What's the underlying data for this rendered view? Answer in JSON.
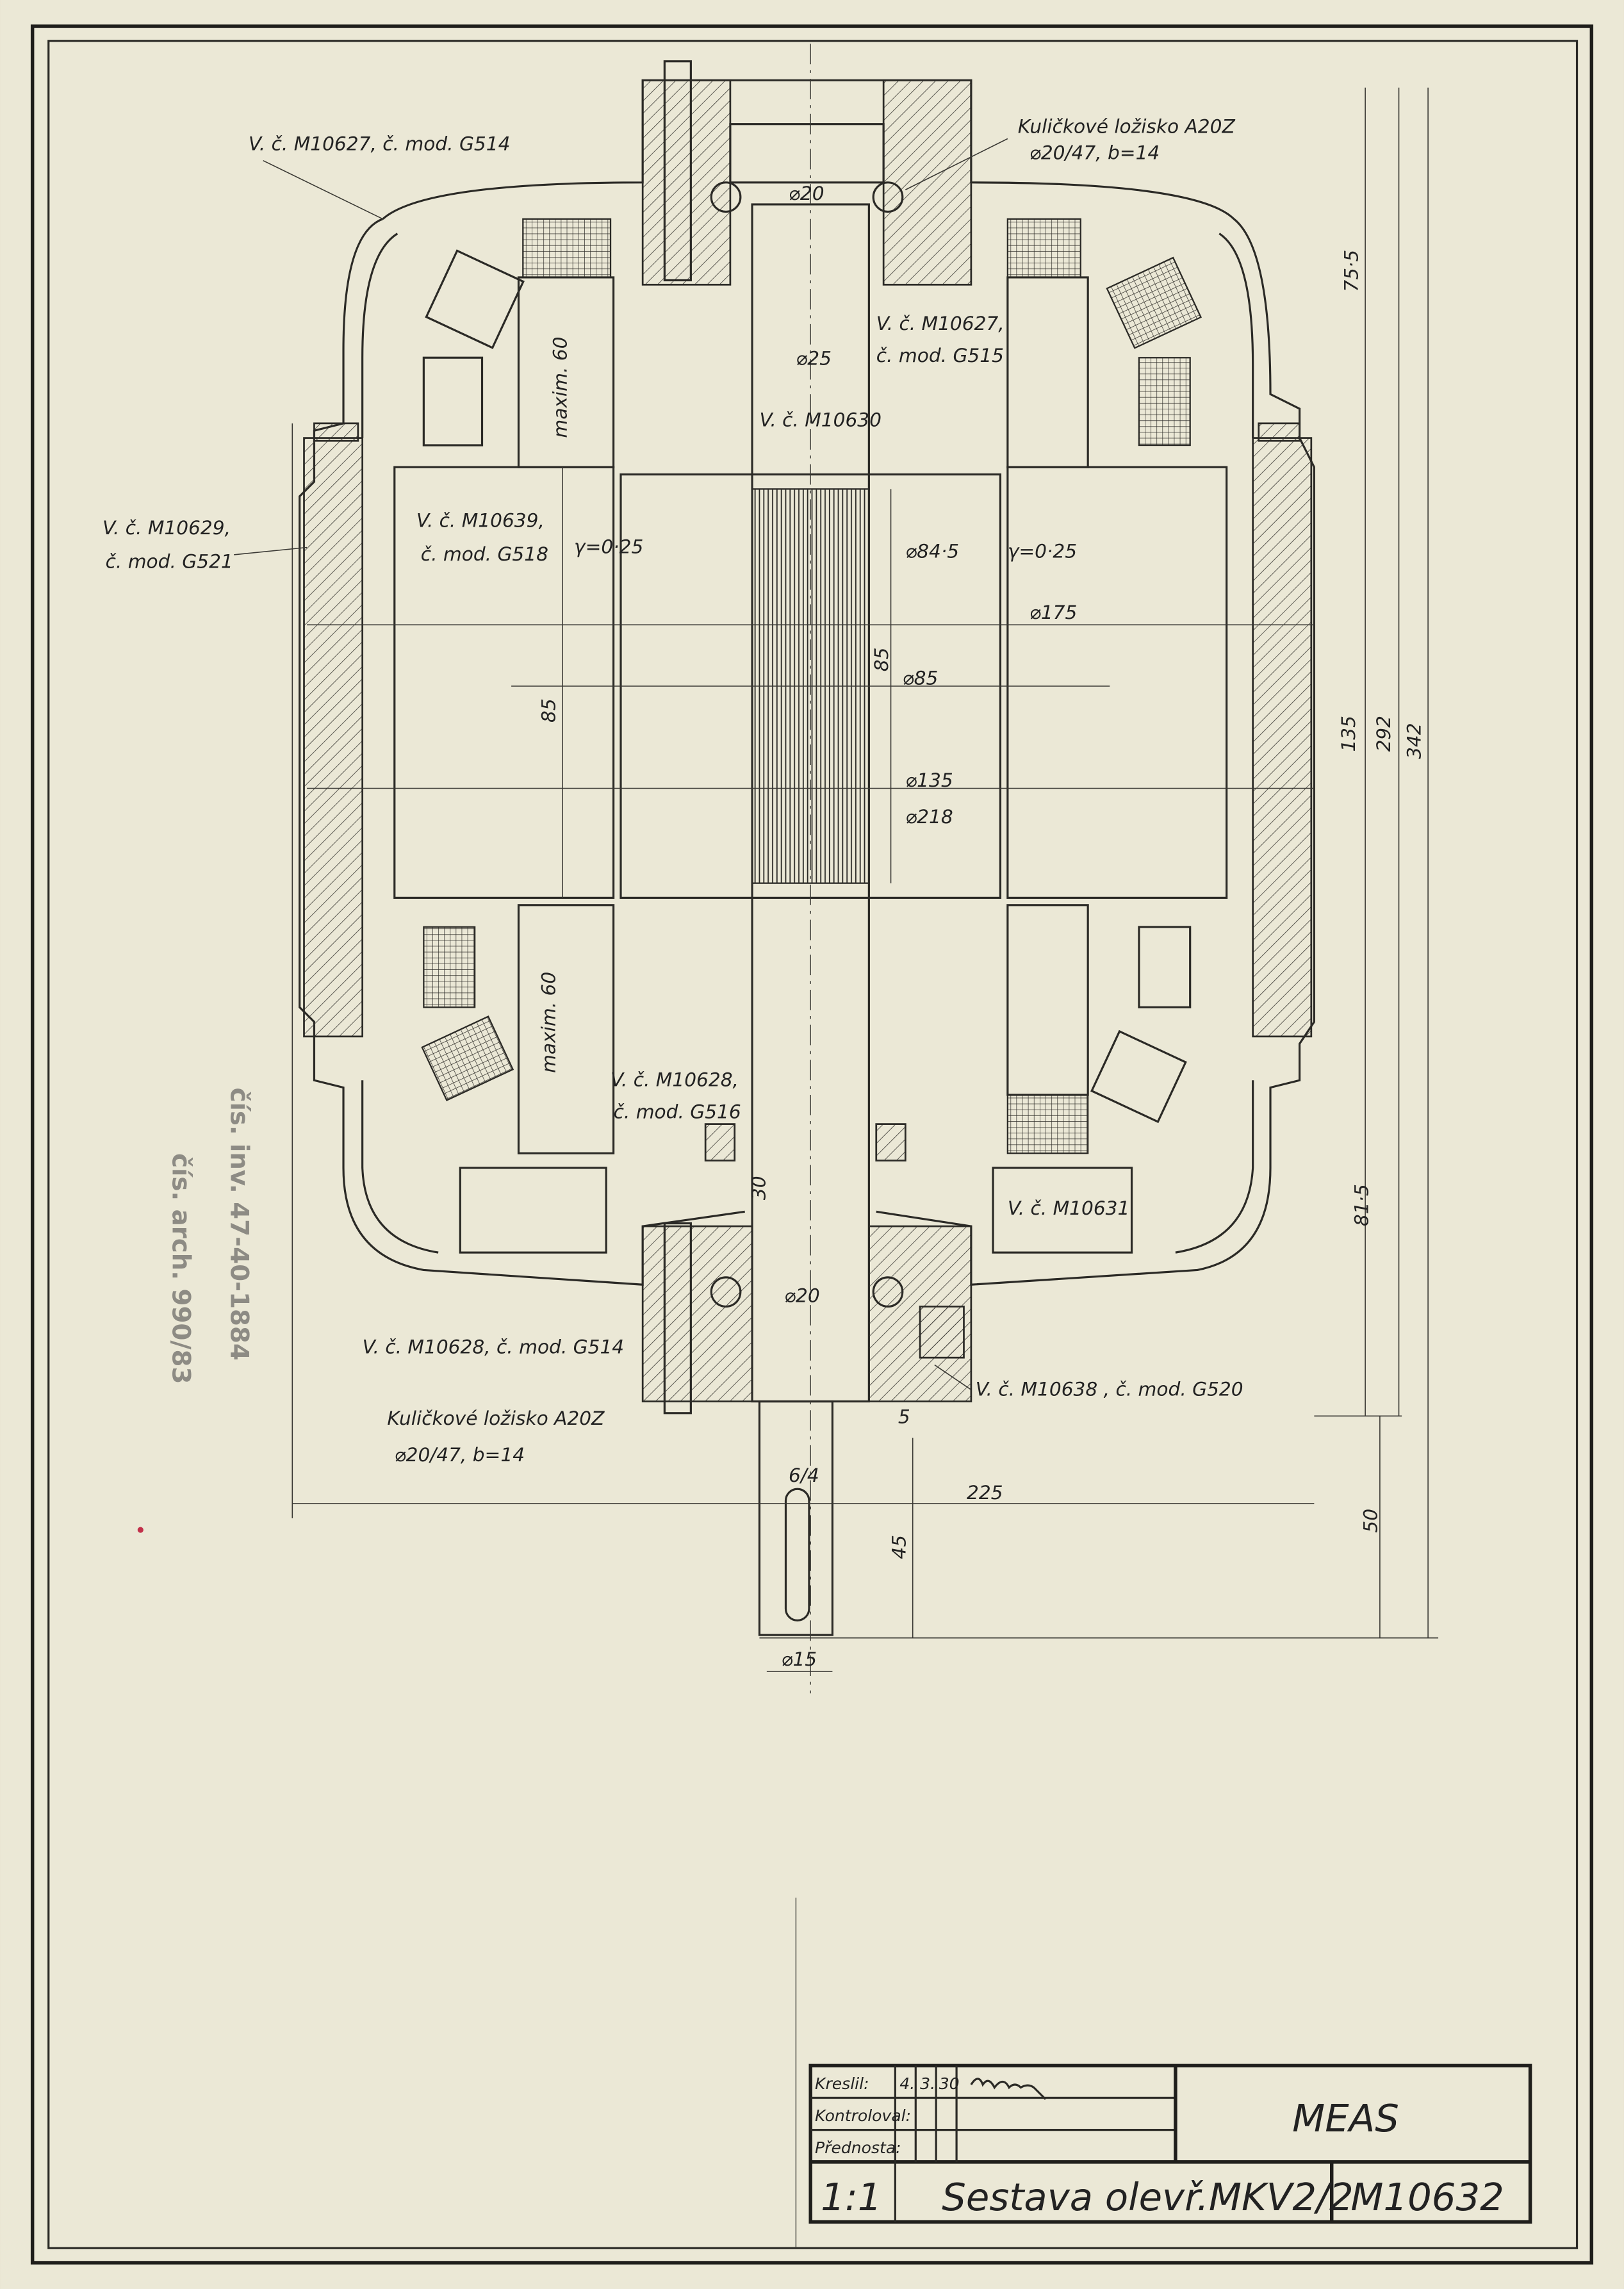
{
  "drawing": {
    "labels": {
      "top_cover": "V. č. M10627, č. mod. G514",
      "top_bearing_1": "Kuličkové  ložisko A20Z",
      "top_bearing_2": "⌀20/47, b=14",
      "top_d20": "⌀20",
      "top_part_1": "V. č. M10627,",
      "top_part_2": "č. mod. G515",
      "d25": "⌀25",
      "shaft": "V. č. M10630",
      "maxim_top": "maxim. 60",
      "dim_75_5": "75·5",
      "frame_1": "V. č. M10629,",
      "frame_2": "č. mod. G521",
      "stator_1": "V. č. M10639,",
      "stator_2": "č. mod. G518",
      "gap_left": "γ=0·25",
      "gap_right": "γ=0·25",
      "d84_5": "⌀84·5",
      "d175": "⌀175",
      "dim_85_inner": "85",
      "d85": "⌀85",
      "dim_85_left": "85",
      "dim_135": "135",
      "dim_292": "292",
      "dim_342": "342",
      "d135": "⌀135",
      "d218": "⌀218",
      "maxim_bottom": "maxim. 60",
      "bottom_part_1": "V. č. M10628,",
      "bottom_part_2": "č. mod. G516",
      "dim_30": "30",
      "fan": "V. č. M10631",
      "dim_81_5": "81·5",
      "bottom_d20": "⌀20",
      "bottom_cover": "V. č. M10628, č. mod. G514",
      "bottom_cap": "V. č.  M10638 , č. mod. G520",
      "bottom_bearing_1": "Kuličkové  ložisko A20Z",
      "bottom_bearing_2": "⌀20/47, b=14",
      "dim_5": "5",
      "key": "6/4",
      "dim_225": "225",
      "dim_50": "50",
      "dim_45": "45",
      "d15": "⌀15"
    },
    "pencil_notes": [
      "čís. inv. 47-40-1884",
      "čís. arch. 990/83"
    ]
  },
  "title_block": {
    "drawn_label": "Kreslil:",
    "checked_label": "Kontroloval:",
    "head_label": "Přednosta:",
    "date_day": "4.",
    "date_month": "3.",
    "date_year": "30",
    "signature": "signature",
    "company": "MEAS",
    "scale": "1:1",
    "title": "Sestava olevř.MKV2/2",
    "drawing_number": "M10632"
  }
}
